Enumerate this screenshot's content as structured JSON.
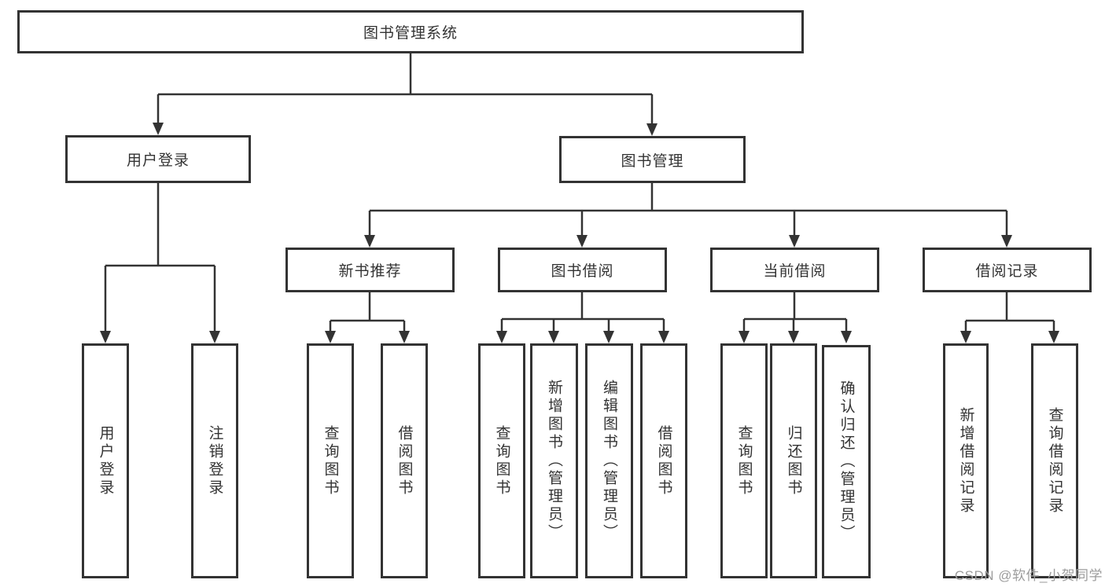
{
  "page": {
    "watermark": "CSDN @软件_小贺同学",
    "background": "#ffffff",
    "line_color": "#333333",
    "box_border_color": "#333333",
    "text_color": "#333333",
    "watermark_color": "#9c9c9c"
  },
  "tree": {
    "root": {
      "label": "图书管理系统"
    },
    "login": {
      "label": "用户登录",
      "children": [
        {
          "label": "用户登录"
        },
        {
          "label": "注销登录"
        }
      ]
    },
    "management": {
      "label": "图书管理",
      "groups": [
        {
          "label": "新书推荐",
          "children": [
            {
              "label": "查询图书"
            },
            {
              "label": "借阅图书"
            }
          ]
        },
        {
          "label": "图书借阅",
          "children": [
            {
              "label": "查询图书"
            },
            {
              "label": "新增图书（管理员）"
            },
            {
              "label": "编辑图书（管理员）"
            },
            {
              "label": "借阅图书"
            }
          ]
        },
        {
          "label": "当前借阅",
          "children": [
            {
              "label": "查询图书"
            },
            {
              "label": "归还图书"
            },
            {
              "label": "确认归还（管理员）"
            }
          ]
        },
        {
          "label": "借阅记录",
          "children": [
            {
              "label": "新增借阅记录"
            },
            {
              "label": "查询借阅记录"
            }
          ]
        }
      ]
    }
  }
}
